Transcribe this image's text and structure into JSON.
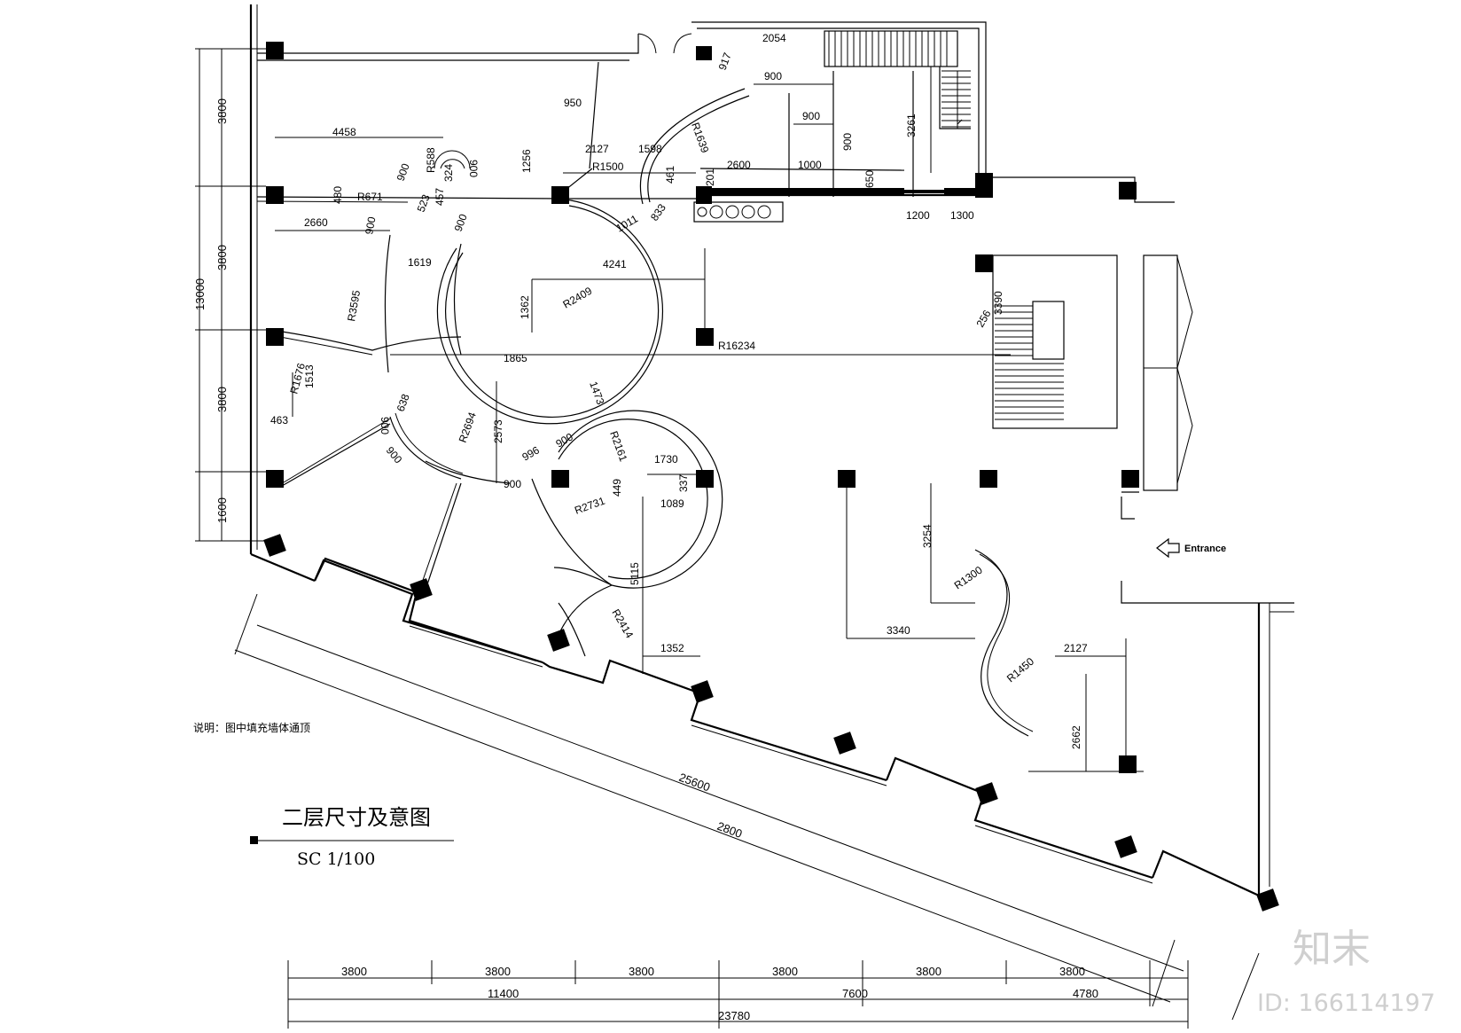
{
  "drawing": {
    "title": "二层尺寸及意图",
    "scale": "SC 1/100",
    "note": "说明：图中填充墙体通顶",
    "entrance_label": "Entrance"
  },
  "watermark": {
    "logo_text": "知末",
    "id_text": "ID: 166114197"
  },
  "dimensions": {
    "left_total": "13000",
    "left_segments": [
      "3800",
      "3800",
      "3800",
      "1600"
    ],
    "bottom_segments": [
      "3800",
      "3800",
      "3800",
      "3800",
      "3800",
      "3800"
    ],
    "bottom_groups": [
      "11400",
      "7600",
      "4780"
    ],
    "bottom_total": "23780",
    "diagonal_outer": "25600",
    "diagonal_inner": "2800"
  },
  "labels": [
    {
      "id": "d-4458",
      "text": "4458"
    },
    {
      "id": "d-950",
      "text": "950"
    },
    {
      "id": "d-2054",
      "text": "2054"
    },
    {
      "id": "d-917",
      "text": "917"
    },
    {
      "id": "d-900a",
      "text": "900"
    },
    {
      "id": "d-900b",
      "text": "900"
    },
    {
      "id": "d-3261",
      "text": "3261"
    },
    {
      "id": "d-1256",
      "text": "1256"
    },
    {
      "id": "d-2127a",
      "text": "2127"
    },
    {
      "id": "d-1598",
      "text": "1598"
    },
    {
      "id": "d-R1639",
      "text": "R1639"
    },
    {
      "id": "d-R1500",
      "text": "R1500"
    },
    {
      "id": "d-461",
      "text": "461"
    },
    {
      "id": "d-2600",
      "text": "2600"
    },
    {
      "id": "d-1000",
      "text": "1000"
    },
    {
      "id": "d-900c",
      "text": "900"
    },
    {
      "id": "d-650",
      "text": "650"
    },
    {
      "id": "d-201",
      "text": "201"
    },
    {
      "id": "d-1200",
      "text": "1200"
    },
    {
      "id": "d-1300",
      "text": "1300"
    },
    {
      "id": "d-R588",
      "text": "R588"
    },
    {
      "id": "d-900d",
      "text": "900"
    },
    {
      "id": "d-324",
      "text": "324"
    },
    {
      "id": "d-900e",
      "text": "900"
    },
    {
      "id": "d-480",
      "text": "480"
    },
    {
      "id": "d-R671",
      "text": "R671"
    },
    {
      "id": "d-457",
      "text": "457"
    },
    {
      "id": "d-523",
      "text": "523"
    },
    {
      "id": "d-833",
      "text": "833"
    },
    {
      "id": "d-1011",
      "text": "1011"
    },
    {
      "id": "d-2660",
      "text": "2660"
    },
    {
      "id": "d-900f",
      "text": "900"
    },
    {
      "id": "d-900g",
      "text": "900"
    },
    {
      "id": "d-1619",
      "text": "1619"
    },
    {
      "id": "d-4241",
      "text": "4241"
    },
    {
      "id": "d-R3595",
      "text": "R3595"
    },
    {
      "id": "d-1362",
      "text": "1362"
    },
    {
      "id": "d-R2409",
      "text": "R2409"
    },
    {
      "id": "d-R16234",
      "text": "R16234"
    },
    {
      "id": "d-3390",
      "text": "3390"
    },
    {
      "id": "d-256",
      "text": "256"
    },
    {
      "id": "d-R1676",
      "text": "R1676"
    },
    {
      "id": "d-1513",
      "text": "1513"
    },
    {
      "id": "d-463",
      "text": "463"
    },
    {
      "id": "d-1865",
      "text": "1865"
    },
    {
      "id": "d-1473",
      "text": "1473"
    },
    {
      "id": "d-900h",
      "text": "900"
    },
    {
      "id": "d-638",
      "text": "638"
    },
    {
      "id": "d-R2694",
      "text": "R2694"
    },
    {
      "id": "d-2573",
      "text": "2573"
    },
    {
      "id": "d-996",
      "text": "996"
    },
    {
      "id": "d-900i",
      "text": "900"
    },
    {
      "id": "d-R2161",
      "text": "R2161"
    },
    {
      "id": "d-900j",
      "text": "900"
    },
    {
      "id": "d-900k",
      "text": "900"
    },
    {
      "id": "d-1730",
      "text": "1730"
    },
    {
      "id": "d-449",
      "text": "449"
    },
    {
      "id": "d-337",
      "text": "337"
    },
    {
      "id": "d-R2731",
      "text": "R2731"
    },
    {
      "id": "d-1089",
      "text": "1089"
    },
    {
      "id": "d-5115",
      "text": "5115"
    },
    {
      "id": "d-R2414",
      "text": "R2414"
    },
    {
      "id": "d-1352",
      "text": "1352"
    },
    {
      "id": "d-3254",
      "text": "3254"
    },
    {
      "id": "d-R1300",
      "text": "R1300"
    },
    {
      "id": "d-3340",
      "text": "3340"
    },
    {
      "id": "d-2127b",
      "text": "2127"
    },
    {
      "id": "d-R1450",
      "text": "R1450"
    },
    {
      "id": "d-2662",
      "text": "2662"
    }
  ]
}
